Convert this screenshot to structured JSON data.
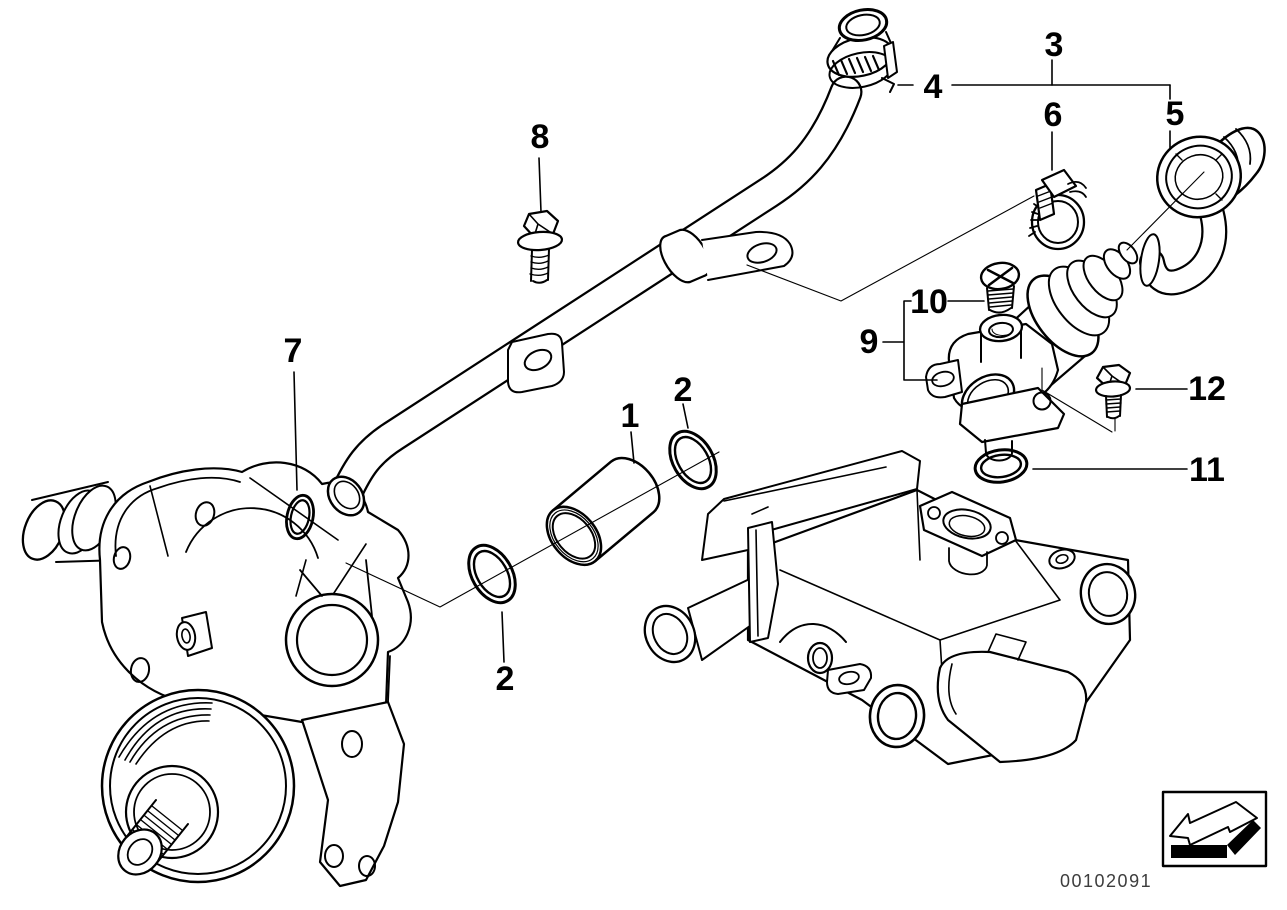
{
  "diagram": {
    "image_number": "00102091",
    "callouts": [
      "1",
      "2",
      "2",
      "3",
      "4",
      "5",
      "6",
      "7",
      "8",
      "9",
      "10",
      "11",
      "12"
    ],
    "colors": {
      "line": "#000000",
      "background": "#ffffff",
      "image_number_text": "#3d3d3d"
    },
    "icons": {
      "corner_nav": "back-arrow"
    }
  }
}
